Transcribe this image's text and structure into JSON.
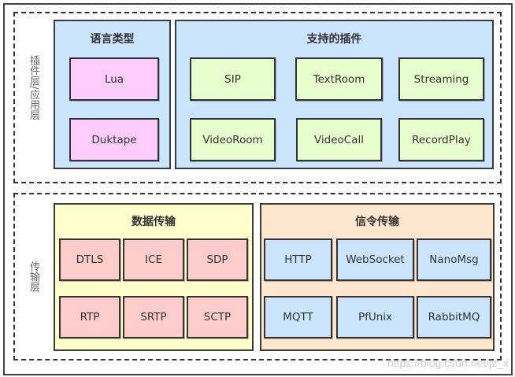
{
  "diagram": {
    "layers": [
      {
        "label": "插件层/应用层",
        "panels": [
          {
            "title": "语言类型",
            "fill": "#cce5ff",
            "item_fill": "#ffccff",
            "items": [
              "Lua",
              "Duktape"
            ]
          },
          {
            "title": "支持的插件",
            "fill": "#cce5ff",
            "item_fill": "#e6ffcc",
            "items": [
              "SIP",
              "TextRoom",
              "Streaming",
              "VideoRoom",
              "VideoCall",
              "RecordPlay"
            ]
          }
        ]
      },
      {
        "label": "传输层",
        "panels": [
          {
            "title": "数据传输",
            "fill": "#ffffcc",
            "item_fill": "#ffcccc",
            "items": [
              "DTLS",
              "ICE",
              "SDP",
              "RTP",
              "SRTP",
              "SCTP"
            ]
          },
          {
            "title": "信令传输",
            "fill": "#ffe6cc",
            "item_fill": "#cce5ff",
            "items": [
              "HTTP",
              "WebSocket",
              "NanoMsg",
              "MQTT",
              "PfUnix",
              "RabbitMQ"
            ]
          }
        ]
      }
    ]
  },
  "watermark": "https://blog.csdn.net/jz_x"
}
